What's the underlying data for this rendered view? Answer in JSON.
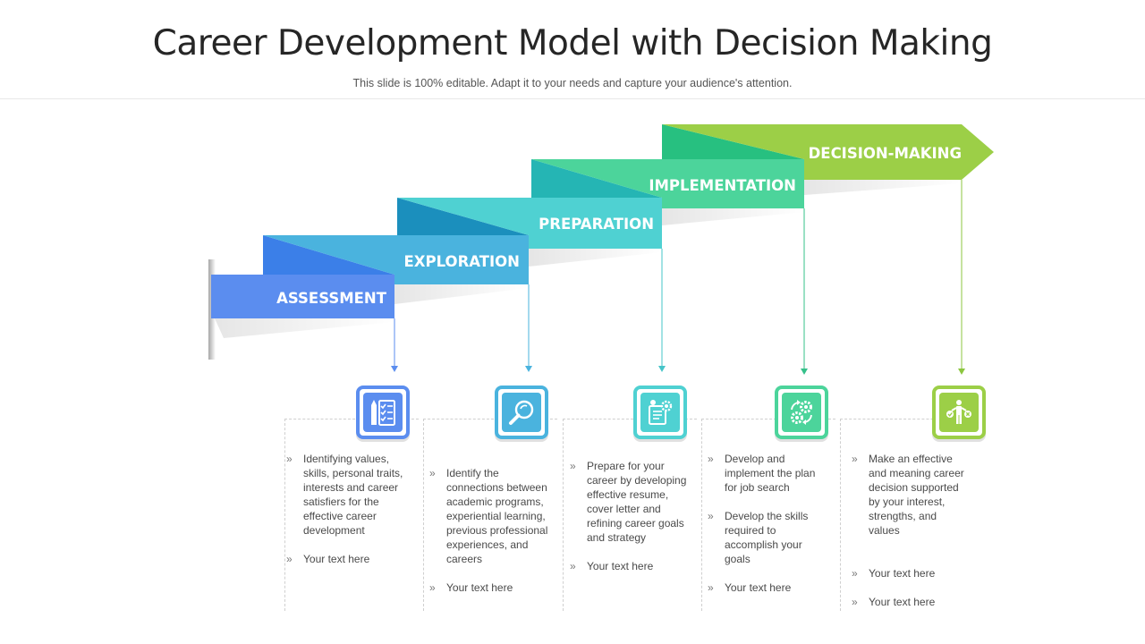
{
  "slide": {
    "title": "Career Development Model with Decision Making",
    "subtitle": "This slide is 100% editable. Adapt it to your needs and capture your audience's attention."
  },
  "colors": {
    "assessment": "#5b8def",
    "exploration": "#4ab3de",
    "preparation": "#4fd1d2",
    "implementation": "#4cd49b",
    "decision_making": "#9ccf47"
  },
  "steps": [
    {
      "label": "ASSESSMENT",
      "icon": "checklist-icon",
      "bullets": [
        "Identifying values, skills, personal traits, interests and career satisfiers for the effective career development",
        "Your text here"
      ]
    },
    {
      "label": "EXPLORATION",
      "icon": "magnifier-icon",
      "bullets": [
        "Identify the connections between academic programs, experiential learning, previous professional experiences, and careers",
        "Your text here"
      ]
    },
    {
      "label": "PREPARATION",
      "icon": "gear-document-icon",
      "bullets": [
        "Prepare for your career by developing effective resume, cover letter and refining career goals and strategy",
        "Your text here"
      ]
    },
    {
      "label": "IMPLEMENTATION",
      "icon": "gears-cycle-icon",
      "bullets": [
        "Develop and implement the plan for job search",
        "Develop the skills required to accomplish your goals",
        "Your text here"
      ]
    },
    {
      "label": "DECISION-MAKING",
      "icon": "person-decision-icon",
      "bullets": [
        "Make an effective and meaning career decision supported by your interest, strengths, and values",
        "Your text here",
        "Your text here"
      ]
    }
  ]
}
